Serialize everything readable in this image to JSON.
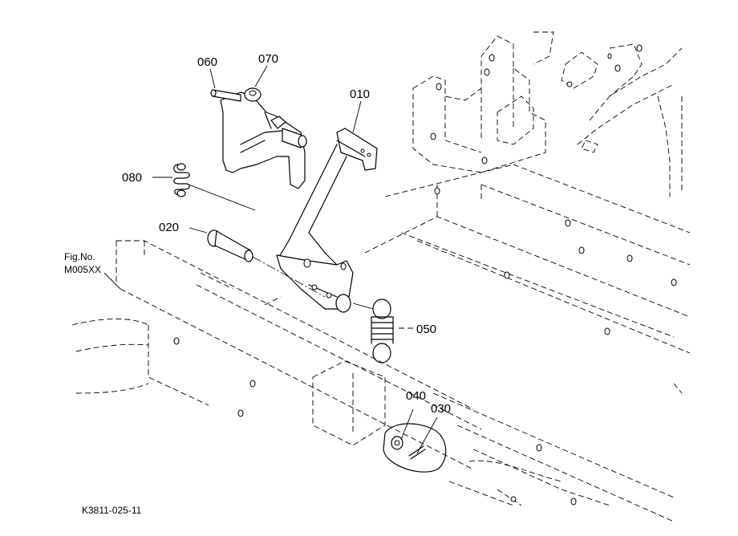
{
  "part_labels": {
    "p060": "060",
    "p070": "070",
    "p010": "010",
    "p080": "080",
    "p020": "020",
    "p050": "050",
    "p040": "040",
    "p030": "030"
  },
  "figure": {
    "fig_no_label": "Fig.No.",
    "fig_no_value": "M005XX",
    "drawing_code": "K3811-025-11"
  }
}
